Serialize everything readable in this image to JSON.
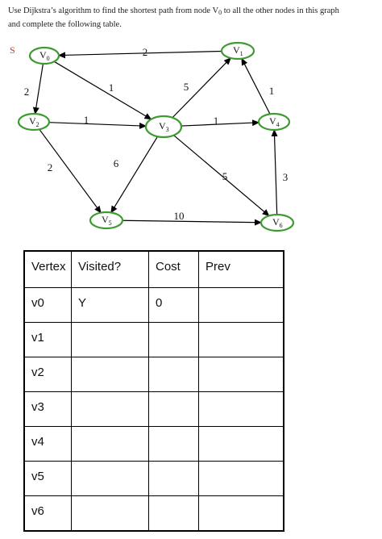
{
  "instructions": {
    "line1_before": "Use Dijkstra’s algorithm to find the shortest path from node V",
    "line1_sub": "0",
    "line1_after": " to all the other nodes in this graph",
    "line2": "and complete the following table."
  },
  "graph": {
    "start_marker": "S",
    "nodes": [
      {
        "id": "v0",
        "letter": "V",
        "sub": "0"
      },
      {
        "id": "v1",
        "letter": "V",
        "sub": "1"
      },
      {
        "id": "v2",
        "letter": "V",
        "sub": "2"
      },
      {
        "id": "v3",
        "letter": "V",
        "sub": "3"
      },
      {
        "id": "v4",
        "letter": "V",
        "sub": "4"
      },
      {
        "id": "v5",
        "letter": "V",
        "sub": "5"
      },
      {
        "id": "v6",
        "letter": "V",
        "sub": "6"
      }
    ],
    "edges": [
      {
        "from": "v1",
        "to": "v0",
        "weight": "2"
      },
      {
        "from": "v0",
        "to": "v2",
        "weight": "2"
      },
      {
        "from": "v0",
        "to": "v3",
        "weight": "1"
      },
      {
        "from": "v3",
        "to": "v1",
        "weight": "5"
      },
      {
        "from": "v4",
        "to": "v1",
        "weight": "1"
      },
      {
        "from": "v2",
        "to": "v3",
        "weight": "1"
      },
      {
        "from": "v3",
        "to": "v4",
        "weight": "1"
      },
      {
        "from": "v2",
        "to": "v5",
        "weight": "2"
      },
      {
        "from": "v3",
        "to": "v5",
        "weight": "6"
      },
      {
        "from": "v3",
        "to": "v6",
        "weight": "5"
      },
      {
        "from": "v6",
        "to": "v4",
        "weight": "3"
      },
      {
        "from": "v5",
        "to": "v6",
        "weight": "10"
      }
    ]
  },
  "table": {
    "headers": [
      "Vertex",
      "Visited?",
      "Cost",
      "Prev"
    ],
    "rows": [
      [
        "v0",
        "Y",
        "0",
        ""
      ],
      [
        "v1",
        "",
        "",
        ""
      ],
      [
        "v2",
        "",
        "",
        ""
      ],
      [
        "v3",
        "",
        "",
        ""
      ],
      [
        "v4",
        "",
        "",
        ""
      ],
      [
        "v5",
        "",
        "",
        ""
      ],
      [
        "v6",
        "",
        "",
        ""
      ]
    ]
  },
  "colors": {
    "node_outline": "#3c9a2f",
    "start_marker": "#c0392b"
  }
}
